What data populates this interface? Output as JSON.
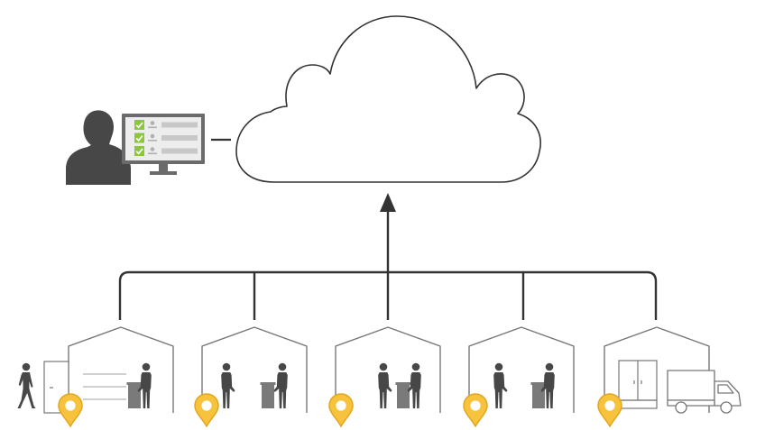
{
  "diagram": {
    "nodes": [
      {
        "id": "cloud",
        "kind": "cloud-server"
      },
      {
        "id": "admin",
        "kind": "user-at-computer",
        "checklist_rows": 3
      },
      {
        "id": "site-1",
        "kind": "warehouse",
        "occupants": [
          "walking-person",
          "person-at-counter"
        ],
        "location_pin": true
      },
      {
        "id": "site-2",
        "kind": "shop",
        "occupants": [
          "customer",
          "clerk-at-counter"
        ],
        "location_pin": true
      },
      {
        "id": "site-3",
        "kind": "shop",
        "occupants": [
          "customer",
          "clerk-at-counter"
        ],
        "location_pin": true
      },
      {
        "id": "site-4",
        "kind": "shop",
        "occupants": [
          "customer",
          "clerk-at-counter"
        ],
        "location_pin": true
      },
      {
        "id": "site-5",
        "kind": "warehouse",
        "occupants": [
          "storage-cabinet",
          "delivery-truck"
        ],
        "location_pin": true
      }
    ],
    "edges": [
      {
        "from": "admin",
        "to": "cloud",
        "style": "line"
      },
      {
        "from": "site-1",
        "to": "cloud",
        "style": "arrow"
      },
      {
        "from": "site-2",
        "to": "cloud",
        "style": "arrow"
      },
      {
        "from": "site-3",
        "to": "cloud",
        "style": "arrow"
      },
      {
        "from": "site-4",
        "to": "cloud",
        "style": "arrow"
      },
      {
        "from": "site-5",
        "to": "cloud",
        "style": "arrow"
      }
    ]
  },
  "colors": {
    "line": "#333333",
    "outline": "#555555",
    "building": "#777777",
    "figure": "#474747",
    "figure_light": "#5b5b5b",
    "counter": "#7a7a7a",
    "monitor_frame": "#6b6b6b",
    "monitor_screen": "#ededed",
    "check": "#8cc63f",
    "pin_fill": "#f7c23c",
    "pin_stroke": "#e3a51c",
    "pin_hole": "#ffffff"
  },
  "icons": {
    "cloud": "cloud-icon",
    "admin": "admin-user-icon",
    "monitor": "monitor-icon",
    "check": "checkmark-icon",
    "person": "person-silhouette-icon",
    "walker": "walking-person-icon",
    "counter": "counter-icon",
    "pin": "location-pin-icon",
    "cabinet": "cabinet-icon",
    "truck": "delivery-truck-icon"
  }
}
